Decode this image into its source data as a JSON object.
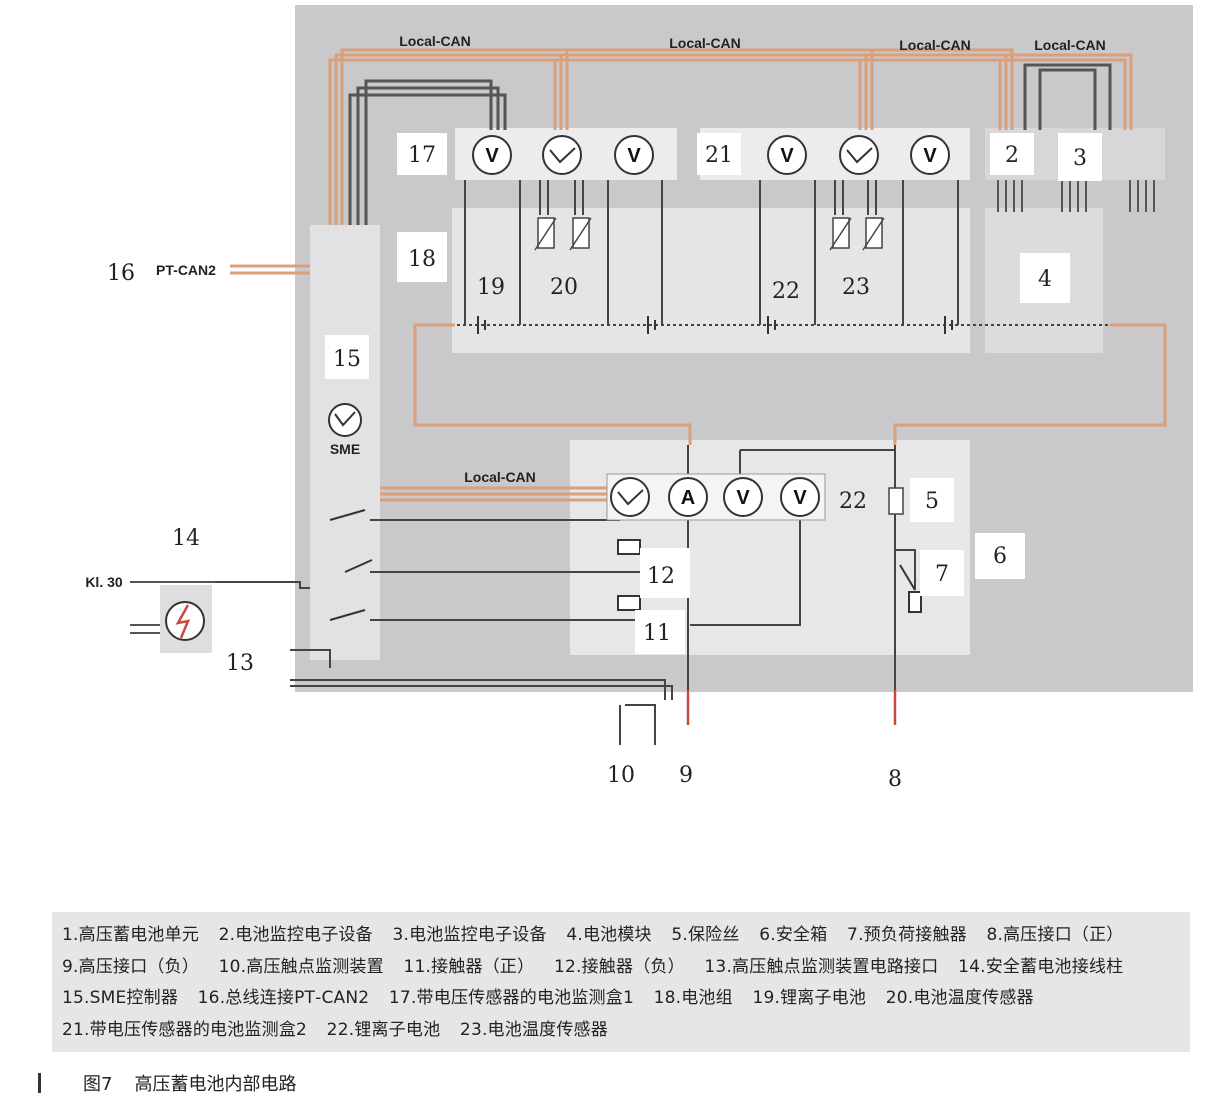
{
  "bus_labels": {
    "local_can_1": "Local-CAN",
    "local_can_2": "Local-CAN",
    "local_can_3": "Local-CAN",
    "local_can_4": "Local-CAN",
    "local_can_5": "Local-CAN",
    "pt_can2": "PT-CAN2",
    "sme": "SME",
    "kl30": "Kl. 30"
  },
  "meter_symbols": {
    "voltage": "V",
    "current": "A"
  },
  "callouts": {
    "n2": "2",
    "n3": "3",
    "n4": "4",
    "n5": "5",
    "n6": "6",
    "n7": "7",
    "n8": "8",
    "n9": "9",
    "n10": "10",
    "n11": "11",
    "n12": "12",
    "n13": "13",
    "n14": "14",
    "n15": "15",
    "n16": "16",
    "n17": "17",
    "n18": "18",
    "n19": "19",
    "n20": "20",
    "n21": "21",
    "n22a": "22",
    "n22b": "22",
    "n23": "23"
  },
  "legend": {
    "items": [
      "1.高压蓄电池单元",
      "2.电池监控电子设备",
      "3.电池监控电子设备",
      "4.电池模块",
      "5.保险丝",
      "6.安全箱",
      "7.预负荷接触器",
      "8.高压接口（正）",
      "9.高压接口（负）",
      "10.高压触点监测装置",
      "11.接触器（正）",
      "12.接触器（负）",
      "13.高压触点监测装置电路接口",
      "14.安全蓄电池接线柱",
      "15.SME控制器",
      "16.总线连接PT‐CAN2",
      "17.带电压传感器的电池监测盒1",
      "18.电池组",
      "19.锂离子电池",
      "20.电池温度传感器",
      "21.带电压传感器的电池监测盒2",
      "22.锂离子电池",
      "23.电池温度传感器"
    ]
  },
  "caption": {
    "figure": "图7",
    "title": "高压蓄电池内部电路"
  },
  "colors": {
    "housing": "#c9c9cc",
    "panel": "#e7e7e9",
    "can_wire": "#d9a07a",
    "dark_wire": "#555555",
    "hv_wire": "#c84a3c"
  }
}
